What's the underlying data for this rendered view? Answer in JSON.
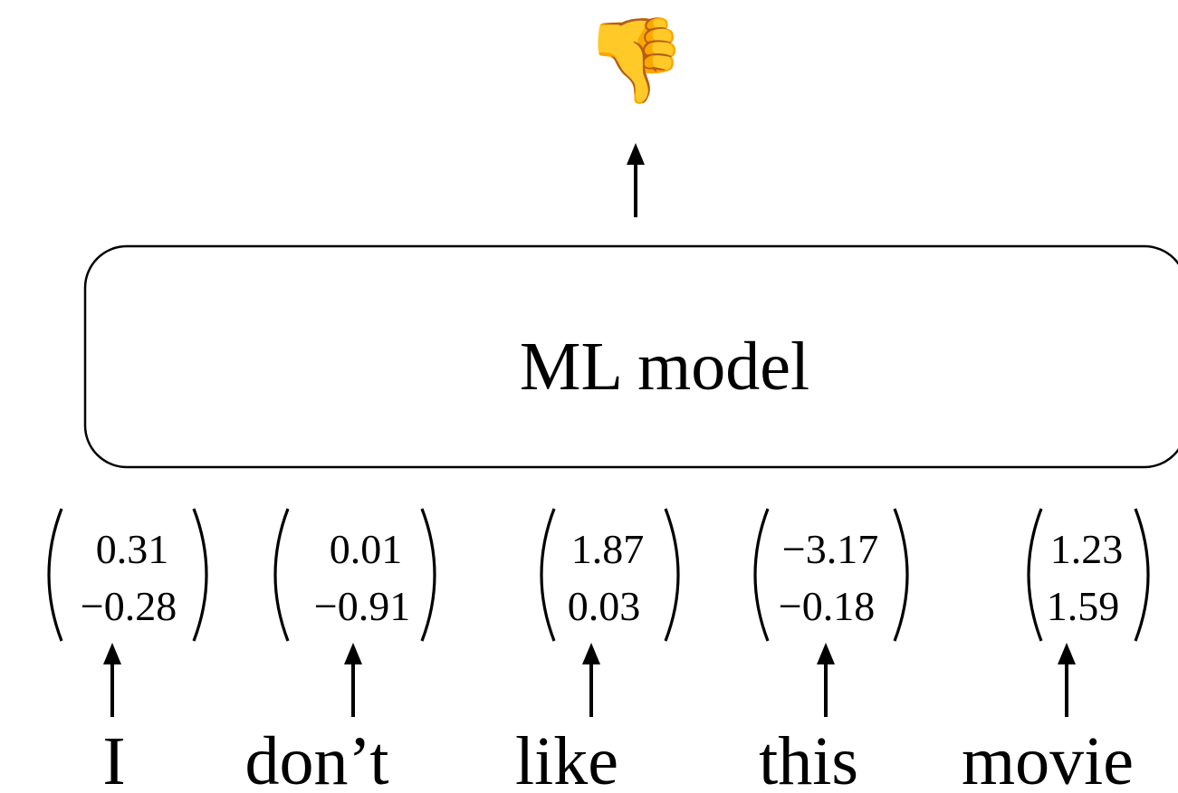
{
  "output": {
    "icon": "thumbs-down-icon",
    "glyph": "👎"
  },
  "model": {
    "label": "ML model"
  },
  "tokens": [
    {
      "word": "I",
      "vector": [
        "0.31",
        "−0.28"
      ]
    },
    {
      "word": "don’t",
      "vector": [
        "0.01",
        "−0.91"
      ]
    },
    {
      "word": "like",
      "vector": [
        "1.87",
        "0.03"
      ]
    },
    {
      "word": "this",
      "vector": [
        "−3.17",
        "−0.18"
      ]
    },
    {
      "word": "movie",
      "vector": [
        "1.23",
        "1.59"
      ]
    }
  ],
  "colors": {
    "stroke": "#000000",
    "background": "#ffffff"
  }
}
